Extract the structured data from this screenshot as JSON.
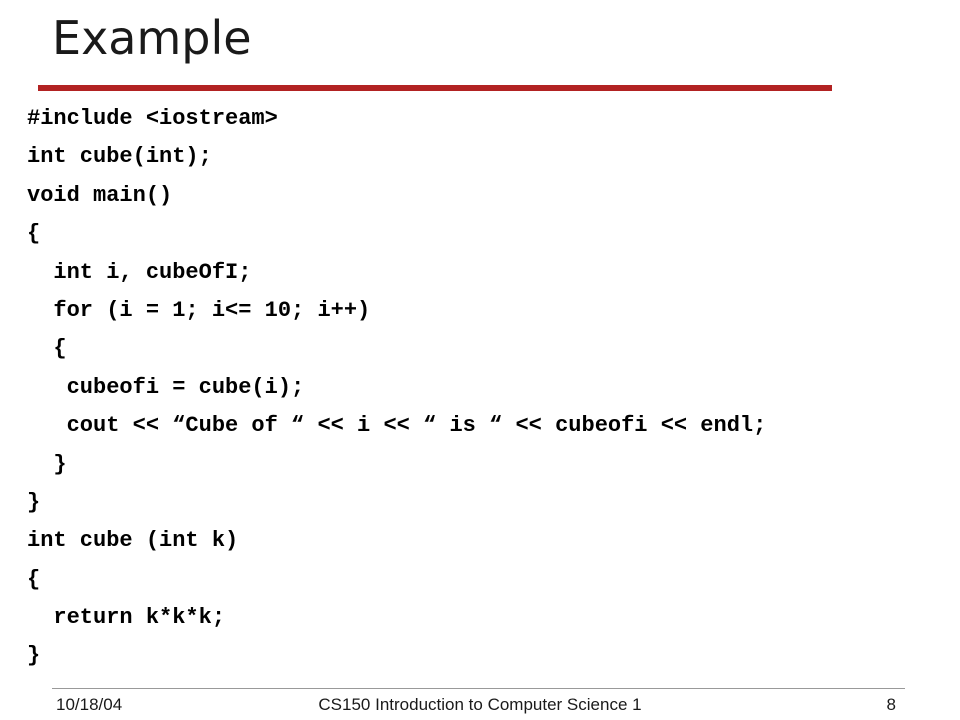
{
  "slide": {
    "title": "Example",
    "accent_color": "#b22222",
    "rule_color": "#999999"
  },
  "code": {
    "lines": [
      "#include <iostream>",
      "int cube(int);",
      "void main()",
      "{",
      "  int i, cubeOfI;",
      "  for (i = 1; i<= 10; i++)",
      "  {",
      "   cubeofi = cube(i);",
      "   cout << “Cube of “ << i << “ is “ << cubeofi << endl;",
      "  }",
      "}",
      "int cube (int k)",
      "{",
      "  return k*k*k;",
      "}"
    ]
  },
  "footer": {
    "date": "10/18/04",
    "course": "CS150 Introduction to Computer Science 1",
    "page": "8"
  }
}
